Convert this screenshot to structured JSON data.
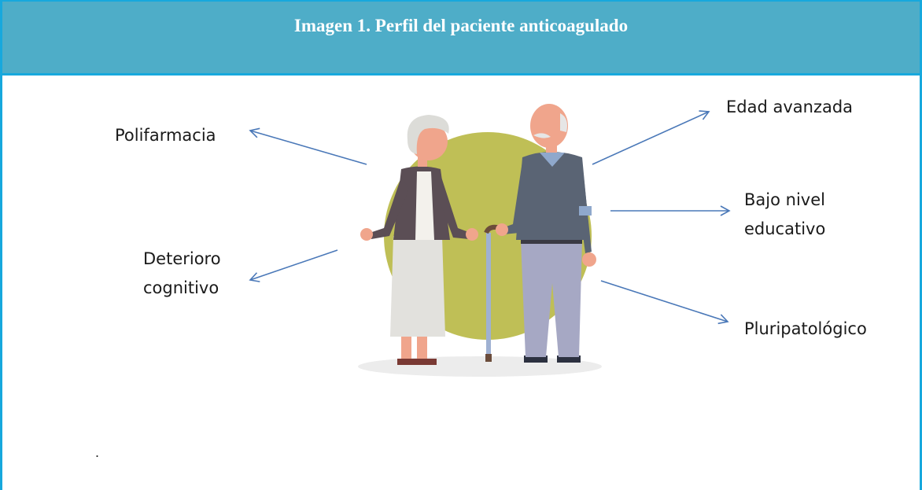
{
  "title": "Imagen 1. Perfil del paciente anticoagulado",
  "labels": {
    "polifarmacia": "Polifarmacia",
    "deterioro_line1": "Deterioro",
    "deterioro_line2": "cognitivo",
    "edad": "Edad avanzada",
    "bajo_line1": "Bajo nivel",
    "bajo_line2": "educativo",
    "pluripatologico": "Pluripatológico"
  },
  "footnote": ".",
  "colors": {
    "header_bg": "#4eadc8",
    "border": "#17a8dd",
    "arrow": "#4a78b8",
    "circle": "#bfbf56"
  }
}
